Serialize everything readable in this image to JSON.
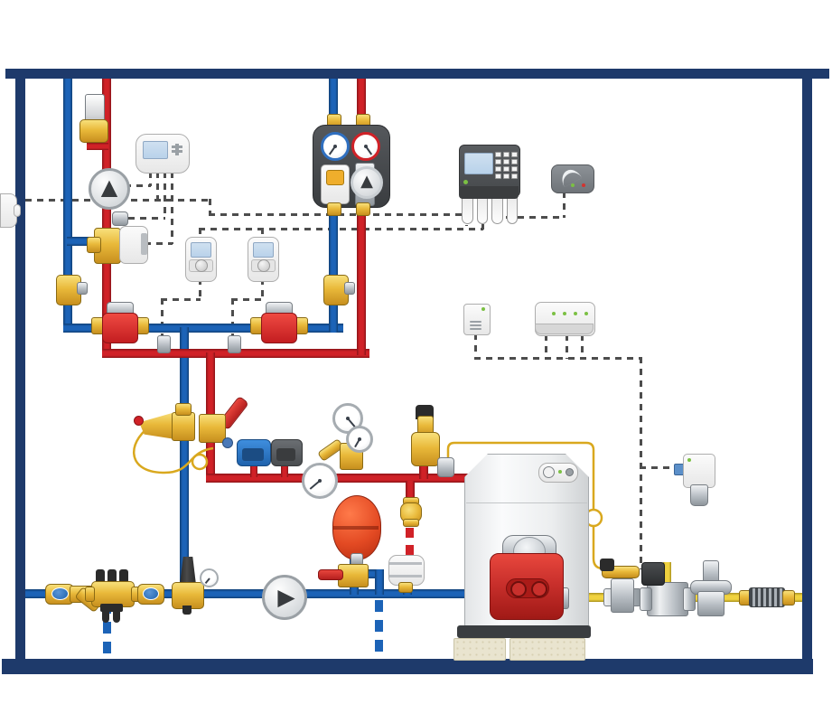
{
  "palette": {
    "frame": "#1e3a6b",
    "pipe_blue": "#1c63b7",
    "pipe_blue_dark": "#103f75",
    "pipe_red": "#d02127",
    "pipe_red_dark": "#8c1418",
    "gas_yellow": "#f0d23f",
    "gas_yellow_dark": "#a8901c",
    "brass": "#e9b93a",
    "dash_gray": "#4d4d4d",
    "capillary": "#d9a81e",
    "led_green": "#7bc043",
    "led_red": "#d23430",
    "burner_red": "#c9302c",
    "tank_red": "#e34a23",
    "screen_blue": "#b9d2ea"
  },
  "icons": {
    "pump_flow_up": "▲",
    "pump_flow_right": "▶"
  },
  "control_panel": {
    "keypad_rows": 4,
    "keypad_cols": 3,
    "gland_count": 4,
    "led_count": 1
  },
  "switch_module": {
    "led_count": 4
  },
  "phone_module": {
    "led_count": 2
  },
  "components": [
    {
      "id": "ceiling-beam",
      "type": "frame"
    },
    {
      "id": "floor-beam",
      "type": "frame"
    },
    {
      "id": "wall-left",
      "type": "frame"
    },
    {
      "id": "wall-right",
      "type": "frame"
    },
    {
      "id": "outdoor-sensor",
      "type": "sensor"
    },
    {
      "id": "air-vent",
      "type": "valve"
    },
    {
      "id": "room-controller",
      "type": "controller"
    },
    {
      "id": "circulation-pump-1",
      "type": "pump"
    },
    {
      "id": "pipe-sensor",
      "type": "sensor"
    },
    {
      "id": "mixing-valve-actuator",
      "type": "valve"
    },
    {
      "id": "return-valve-1",
      "type": "valve"
    },
    {
      "id": "heat-meter-1",
      "type": "meter"
    },
    {
      "id": "heat-meter-2",
      "type": "meter"
    },
    {
      "id": "room-thermostat-1",
      "type": "thermostat"
    },
    {
      "id": "room-thermostat-2",
      "type": "thermostat"
    },
    {
      "id": "return-valve-2",
      "type": "valve"
    },
    {
      "id": "pump-station",
      "type": "pump-group"
    },
    {
      "id": "heating-control-panel",
      "type": "controller"
    },
    {
      "id": "gsm-phone-module",
      "type": "communication"
    },
    {
      "id": "room-sensor",
      "type": "sensor"
    },
    {
      "id": "switching-module",
      "type": "controller"
    },
    {
      "id": "differential-bypass-valve",
      "type": "valve"
    },
    {
      "id": "balancing-valve",
      "type": "valve"
    },
    {
      "id": "thermostat-switch-blue",
      "type": "switch"
    },
    {
      "id": "thermostat-switch-gray",
      "type": "switch"
    },
    {
      "id": "pressure-gauge",
      "type": "gauge"
    },
    {
      "id": "gauge-valve-assembly",
      "type": "gauge"
    },
    {
      "id": "safety-valve",
      "type": "valve"
    },
    {
      "id": "sensor-pocket",
      "type": "sensor"
    },
    {
      "id": "expansion-tank",
      "type": "tank"
    },
    {
      "id": "tank-valve",
      "type": "valve"
    },
    {
      "id": "fill-valve",
      "type": "valve"
    },
    {
      "id": "air-separator",
      "type": "vessel"
    },
    {
      "id": "circulation-pump-2",
      "type": "pump"
    },
    {
      "id": "ball-valve-1",
      "type": "valve"
    },
    {
      "id": "strainer",
      "type": "filter"
    },
    {
      "id": "water-treatment-filter",
      "type": "filter"
    },
    {
      "id": "ball-valve-2",
      "type": "valve"
    },
    {
      "id": "pressure-reducer",
      "type": "valve"
    },
    {
      "id": "boiler",
      "type": "boiler"
    },
    {
      "id": "burner",
      "type": "burner"
    },
    {
      "id": "gas-thermal-shutoff",
      "type": "valve"
    },
    {
      "id": "gas-solenoid-valve",
      "type": "valve"
    },
    {
      "id": "gas-pressure-regulator",
      "type": "valve"
    },
    {
      "id": "gas-flex-hose",
      "type": "pipe"
    },
    {
      "id": "gas-leak-detector",
      "type": "sensor"
    }
  ]
}
